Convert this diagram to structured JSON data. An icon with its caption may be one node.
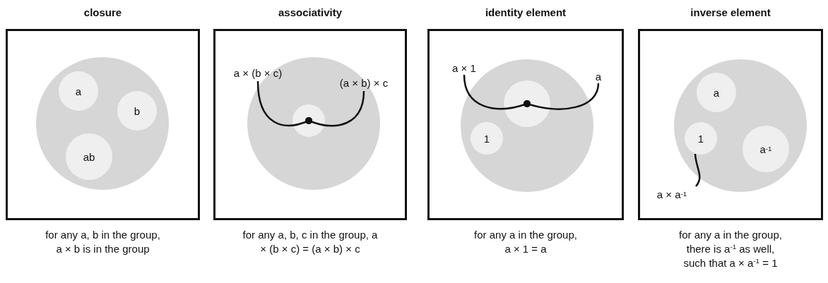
{
  "diagram": {
    "nodes": [
      {
        "text": [
          "closure"
        ],
        "beside": [
          "for any a, b in the group, a × b is in the group"
        ]
      },
      {
        "text": [],
        "shape": "circle",
        "in": 0
      },
      {
        "text": [
          "a"
        ],
        "in": 1
      },
      {
        "text": [
          "b"
        ],
        "in": 1
      },
      {
        "text": [
          "ab"
        ],
        "in": 1
      },
      {
        "text": [
          "associativity"
        ],
        "beside": [
          "for any a, b, c in the group, a × (b × c) = (a × b) × c"
        ]
      },
      {
        "text": [],
        "shape": "circle",
        "in": 5
      },
      {
        "text": [
          "a × (b × c)"
        ],
        "in": 5
      },
      {
        "text": [
          "(a × b) × c"
        ],
        "in": 5
      },
      {
        "text": [],
        "shape": "circle",
        "in": 6
      },
      {
        "text": [
          "identity element"
        ],
        "beside": [
          "for any a in the group, a × 1 = a"
        ]
      },
      {
        "text": [],
        "shape": "circle",
        "in": 10
      },
      {
        "text": [
          "a × 1"
        ],
        "in": 10
      },
      {
        "text": [
          "a"
        ],
        "in": 10
      },
      {
        "text": [],
        "shape": "circle",
        "in": 11
      },
      {
        "text": [
          "1"
        ],
        "in": 11
      },
      {
        "text": [
          "inverse element"
        ],
        "beside": [
          "for any a in the group, there is a$^{-1}$ as well, such that a × a$^{-1}$ = 1"
        ]
      },
      {
        "text": [],
        "shape": "circle",
        "in": 16
      },
      {
        "text": [
          "a"
        ],
        "in": 17
      },
      {
        "text": [
          "1"
        ],
        "in": 17
      },
      {
        "text": [
          "a$^{-1}$"
        ],
        "in": 17
      },
      {
        "text": [
          "a × a$^{-1}$"
        ],
        "in": 16
      }
    ],
    "edges": [
      {
        "from": 7,
        "to": 9,
        "arrow": "other"
      },
      {
        "from": 8,
        "to": 9,
        "arrow": "other"
      },
      {
        "from": 12,
        "to": 14,
        "arrow": "other"
      },
      {
        "from": 13,
        "to": 14,
        "arrow": "other"
      },
      {
        "from": 21,
        "to": 19,
        "arrow": "none"
      }
    ]
  }
}
